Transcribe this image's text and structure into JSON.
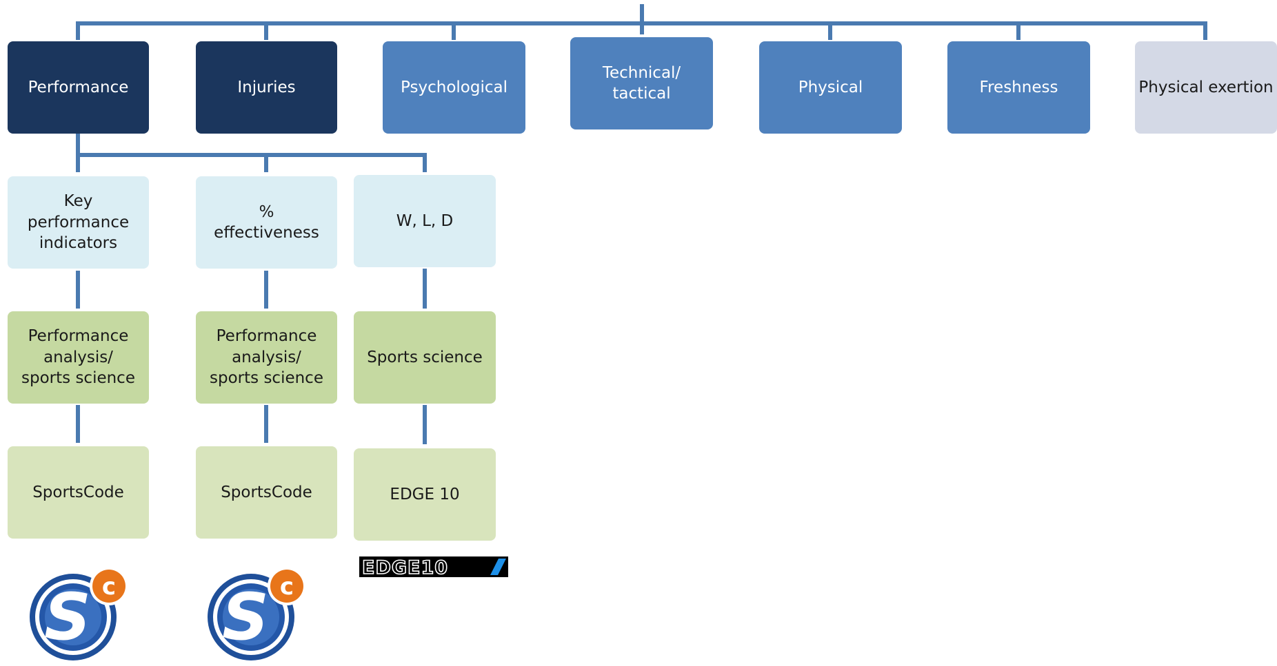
{
  "categories": [
    {
      "id": "performance",
      "label": "Performance",
      "style": "navy"
    },
    {
      "id": "injuries",
      "label": "Injuries",
      "style": "navy"
    },
    {
      "id": "psychological",
      "label": "Psychological",
      "style": "blue"
    },
    {
      "id": "technical",
      "label": "Technical/\ntactical",
      "style": "blue"
    },
    {
      "id": "physical",
      "label": "Physical",
      "style": "blue"
    },
    {
      "id": "freshness",
      "label": "Freshness",
      "style": "blue"
    },
    {
      "id": "exertion",
      "label": "Physical exertion",
      "style": "pale"
    }
  ],
  "branches": [
    {
      "measure": "Key\nperformance\nindicators",
      "method": "Performance\nanalysis/\nsports science",
      "tool": "SportsCode",
      "logo": "SportsCode logo"
    },
    {
      "measure": "%\neffectiveness",
      "method": "Performance\nanalysis/\nsports science",
      "tool": "SportsCode",
      "logo": "SportsCode logo"
    },
    {
      "measure": "W, L, D",
      "method": "Sports science",
      "tool": "EDGE 10",
      "logo": "EDGE10"
    }
  ],
  "colors": {
    "connector": "#4a7ab0",
    "navy": "#1b365d",
    "blue": "#4f81bd",
    "pale": "#d4d9e6",
    "sky": "#dbeef4",
    "olive": "#c5d9a1",
    "sage": "#d8e4bc"
  },
  "logos": {
    "sportscode_text": "S",
    "sportscode_super": "C",
    "edge10_text": "EDGE10"
  }
}
